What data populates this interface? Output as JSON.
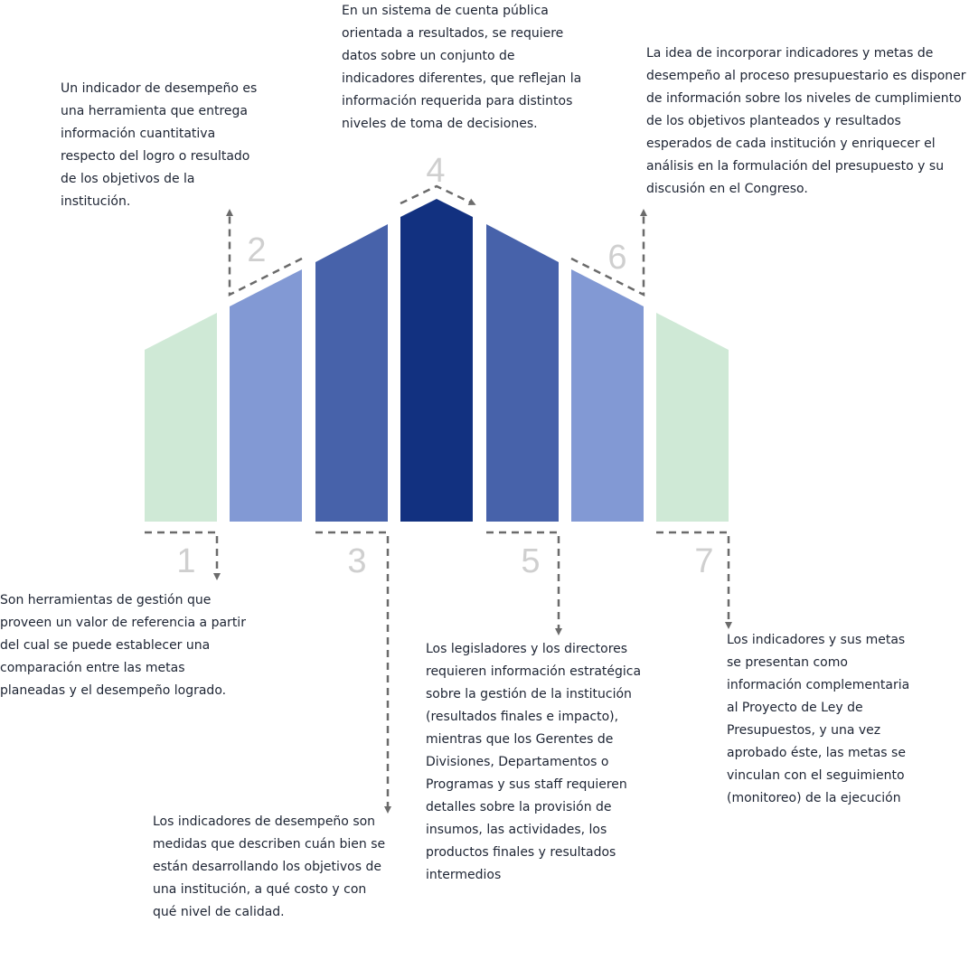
{
  "colors": {
    "light_green": "#cfe9d6",
    "light_blue": "#8299d4",
    "mid_blue": "#4762aa",
    "dark_blue": "#123180",
    "number_gray": "#cfcfcf",
    "arrow_gray": "#6b6b6b",
    "text": "#1d2433"
  },
  "steps": [
    {
      "number": "1",
      "color": "light_green",
      "text": "Son herramientas de gestión que\nproveen un valor de referencia a partir\ndel cual se puede establecer una\ncomparación entre las metas\nplaneadas y el desempeño logrado."
    },
    {
      "number": "2",
      "color": "light_blue",
      "text": "Un indicador de desempeño es\nuna herramienta que entrega\ninformación cuantitativa\nrespecto del logro o resultado\nde los objetivos de la\ninstitución."
    },
    {
      "number": "3",
      "color": "mid_blue",
      "text": "Los indicadores de desempeño son\nmedidas que describen cuán bien se\nestán desarrollando los objetivos de\nuna institución, a qué costo y con\nqué nivel de calidad."
    },
    {
      "number": "4",
      "color": "dark_blue",
      "text": "En un sistema de cuenta pública\norientada a resultados, se requiere\ndatos sobre un conjunto de\nindicadores diferentes, que reflejan la\ninformación requerida para distintos\nniveles de toma de decisiones."
    },
    {
      "number": "5",
      "color": "mid_blue",
      "text": "Los legisladores y los directores\nrequieren información estratégica\nsobre la gestión de la institución\n(resultados finales e impacto),\nmientras que los Gerentes de\nDivisiones, Departamentos o\nProgramas y sus staff requieren\ndetalles sobre la provisión de\ninsumos, las actividades, los\nproductos finales y resultados\nintermedios"
    },
    {
      "number": "6",
      "color": "light_blue",
      "text": "La idea de incorporar indicadores y metas de\ndesempeño al proceso presupuestario es disponer\nde información sobre los niveles de cumplimiento\nde los objetivos planteados y resultados\nesperados de cada institución y enriquecer el\nanálisis en la formulación del presupuesto y su\ndiscusión en el Congreso."
    },
    {
      "number": "7",
      "color": "light_green",
      "text": "Los indicadores y sus metas\nse presentan como\ninformación complementaria\nal Proyecto de Ley de\nPresupuestos, y una vez\naprobado éste, las metas se\nvinculan con el seguimiento\n(monitoreo) de la ejecución"
    }
  ]
}
